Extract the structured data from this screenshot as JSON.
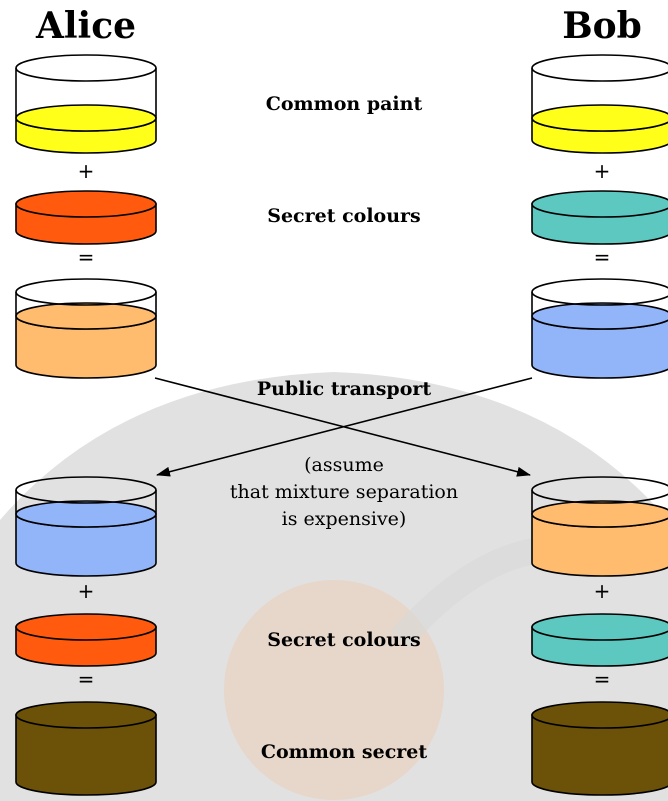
{
  "parties": {
    "left": "Alice",
    "right": "Bob"
  },
  "labels": {
    "common_paint": "Common paint",
    "secret_colours_top": "Secret colours",
    "public_transport": "Public transport",
    "secret_colours_bottom": "Secret colours",
    "common_secret": "Common secret"
  },
  "note": {
    "line1": "(assume",
    "line2": "that mixture separation",
    "line3": "is expensive)"
  },
  "operators": {
    "plus": "+",
    "equals": "="
  },
  "colors": {
    "common_paint": "#ffff1a",
    "alice_secret": "#ff5a0e",
    "bob_secret": "#5cc8c0",
    "alice_mixture": "#ffbb6e",
    "bob_mixture": "#92b4f8",
    "common_secret": "#6b5208"
  }
}
